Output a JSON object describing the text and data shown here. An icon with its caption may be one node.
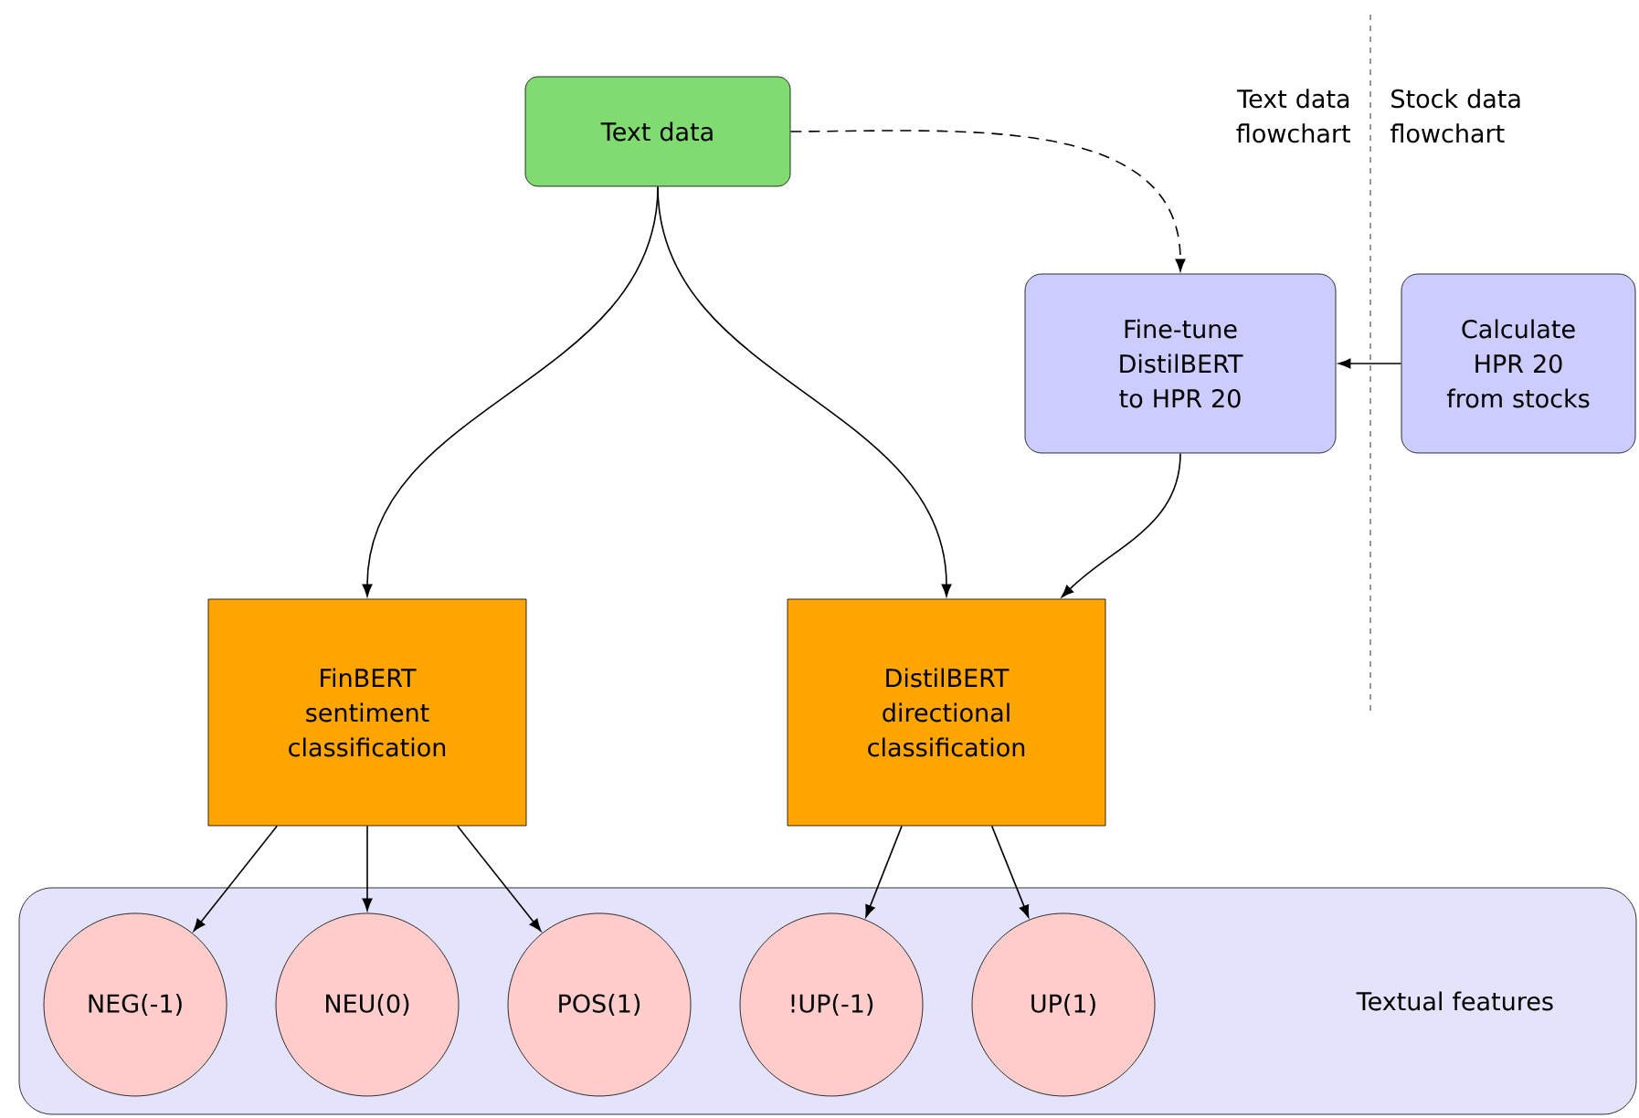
{
  "diagram": {
    "nodes": [
      {
        "text": [
          "Text data"
        ]
      },
      {
        "text": [
          "Fine-tune DistilBERT to HPR 20"
        ]
      },
      {
        "text": [
          "Calculate HPR 20 from stocks"
        ]
      },
      {
        "text": [
          "FinBERT sentiment classification"
        ]
      },
      {
        "text": [
          "DistilBERT directional classification"
        ]
      },
      {
        "text": [
          "Textual features"
        ]
      },
      {
        "text": [
          "NEG(-1)"
        ],
        "in": 5
      },
      {
        "text": [
          "NEU(0)"
        ],
        "in": 5
      },
      {
        "text": [
          "POS(1)"
        ],
        "in": 5
      },
      {
        "text": [
          "!UP(-1)"
        ],
        "in": 5
      },
      {
        "text": [
          "UP(1)"
        ],
        "in": 5
      }
    ],
    "edges": [
      {
        "from": 0,
        "to": 3,
        "arrow": "to"
      },
      {
        "from": 0,
        "to": 4,
        "arrow": "to"
      },
      {
        "from": 0,
        "to": 1,
        "arrow": "to",
        "style": "dashed"
      },
      {
        "from": 2,
        "to": 1,
        "arrow": "to"
      },
      {
        "from": 1,
        "to": 4,
        "arrow": "to"
      },
      {
        "from": 3,
        "to": 6,
        "arrow": "to"
      },
      {
        "from": 3,
        "to": 7,
        "arrow": "to"
      },
      {
        "from": 3,
        "to": 8,
        "arrow": "to"
      },
      {
        "from": 4,
        "to": 9,
        "arrow": "to"
      },
      {
        "from": 4,
        "to": 10,
        "arrow": "to"
      }
    ],
    "labels": [
      "Text data flowchart",
      "Stock data flowchart"
    ]
  }
}
